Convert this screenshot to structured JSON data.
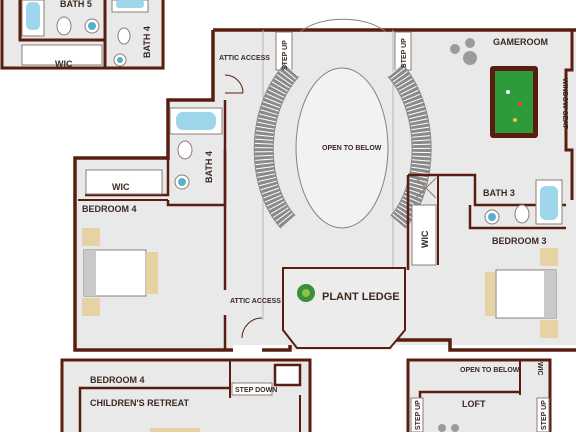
{
  "plan": {
    "floor_color": "#e9e9e9",
    "wall_color": "#5a1e10",
    "accent_pool_table": "#2f9a3a"
  },
  "rooms": {
    "bath5": "BATH 5",
    "wic_top": "WIC",
    "bath4_top": "BATH 4",
    "attic_access_top": "ATTIC ACCESS",
    "step_up_left": "STEP UP",
    "step_up_right": "STEP UP",
    "gameroom": "GAMEROOM",
    "window_seat": "WINDOW SEAT",
    "open_to_below": "OPEN TO BELOW",
    "bath4_mid": "BATH 4",
    "wic_bed4": "WIC",
    "bedroom4": "BEDROOM 4",
    "bath3": "BATH 3",
    "wic_bed3": "WIC",
    "bedroom3": "BEDROOM 3",
    "plant_ledge": "PLANT LEDGE",
    "attic_access_mid": "ATTIC ACCESS",
    "bedroom4_alt": "BEDROOM 4",
    "step_down": "STEP DOWN",
    "childrens_retreat": "CHILDREN'S RETREAT",
    "open_to_below_small": "OPEN TO BELOW",
    "wic_small": "WIC",
    "loft": "LOFT",
    "step_up_bottom_left": "STEP UP",
    "step_up_bottom_right": "STEP UP"
  }
}
